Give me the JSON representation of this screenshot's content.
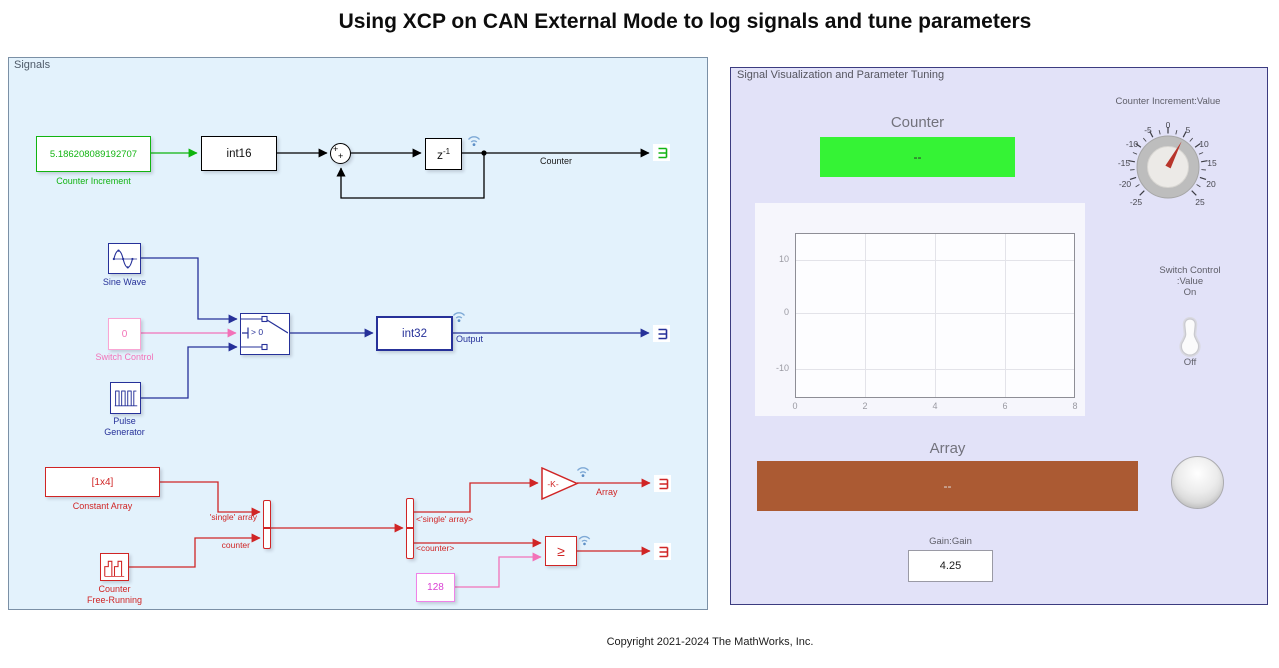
{
  "title": "Using XCP on CAN External Mode to log signals and tune parameters",
  "copyright": "Copyright 2021-2024 The MathWorks, Inc.",
  "colors": {
    "block_green": "#12b412",
    "display_green": "#35f335",
    "navy": "#263199",
    "red": "#d02525",
    "pink": "#f272b8",
    "magenta": "#d93fd3",
    "display_brown": "#ab5a33",
    "signals_panel_bg": "#e3f2fc",
    "dashboard_panel_bg": "#e2e2f8"
  },
  "signals": {
    "panel_label": "Signals",
    "counter_increment_value": "5.186208089192707",
    "counter_increment_name": "Counter Increment",
    "int16_label": "int16",
    "sum_sign": "+",
    "unit_delay_base": "z",
    "unit_delay_exp": "-1",
    "counter_signal_label": "Counter",
    "sine_wave_name": "Sine Wave",
    "switch_control_value": "0",
    "switch_control_name": "Switch Control",
    "pulse_generator_name_line1": "Pulse",
    "pulse_generator_name_line2": "Generator",
    "switch_criteria": "> 0",
    "int32_label": "int32",
    "output_signal_label": "Output",
    "constant_array_value": "[1x4]",
    "constant_array_name": "Constant Array",
    "counter_free_running_name_line1": "Counter",
    "counter_free_running_name_line2": "Free-Running",
    "mux_input_label_1": "'single' array",
    "mux_input_label_2": "counter",
    "demux_output_label_1": "<'single' array>",
    "demux_output_label_2": "<counter>",
    "gain_label": "-K-",
    "array_signal_label": "Array",
    "relational_operator": "≥",
    "constant_128_value": "128"
  },
  "dashboard": {
    "panel_label": "Signal Visualization and Parameter Tuning",
    "counter_display": {
      "label": "Counter",
      "value": "--"
    },
    "knob": {
      "label": "Counter Increment:Value",
      "tick_labels": [
        "-25",
        "-20",
        "-15",
        "-10",
        "-5",
        "0",
        "5",
        "10",
        "15",
        "20",
        "25"
      ]
    },
    "scope": {
      "x_tick_labels": [
        "0",
        "2",
        "4",
        "6",
        "8"
      ],
      "y_tick_labels": [
        "10",
        "0",
        "-10"
      ]
    },
    "toggle": {
      "label_line1": "Switch Control",
      "label_line2": ":Value",
      "on_label": "On",
      "off_label": "Off"
    },
    "array_display": {
      "label": "Array",
      "value": "--"
    },
    "gain_field": {
      "label": "Gain:Gain",
      "value": "4.25"
    }
  }
}
